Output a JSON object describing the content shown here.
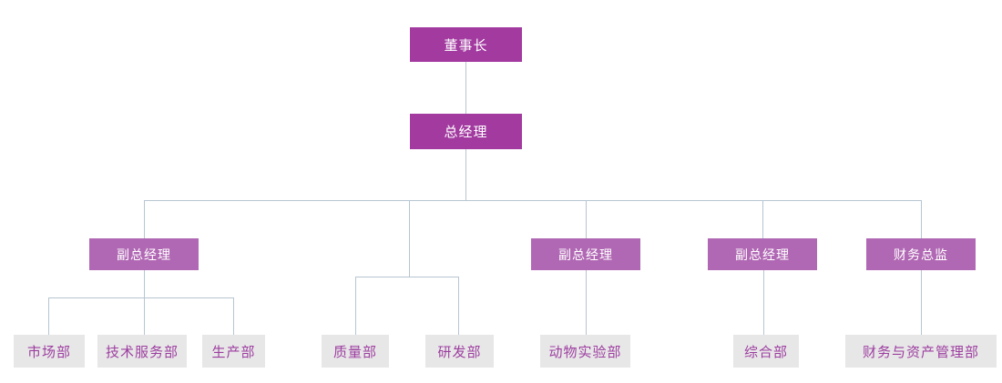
{
  "colors": {
    "primary_dark": "#A23AA0",
    "primary_light": "#B168B4",
    "dept_bg": "#E8E7E8",
    "dept_text": "#9C3E9F",
    "connector": "#B6C5D1",
    "canvas_bg": "#FFFFFF"
  },
  "org": {
    "level1": {
      "label": "董事长"
    },
    "level2": {
      "label": "总经理"
    },
    "level3": [
      {
        "label": "副总经理"
      },
      {
        "label": "副总经理"
      },
      {
        "label": "副总经理"
      },
      {
        "label": "财务总监"
      }
    ],
    "departments": [
      {
        "label": "市场部"
      },
      {
        "label": "技术服务部"
      },
      {
        "label": "生产部"
      },
      {
        "label": "质量部"
      },
      {
        "label": "研发部"
      },
      {
        "label": "动物实验部"
      },
      {
        "label": "综合部"
      },
      {
        "label": "财务与资产管理部"
      }
    ],
    "edges": [
      {
        "from": "董事长",
        "to": "总经理"
      },
      {
        "from": "总经理",
        "to": "副总经理(1)"
      },
      {
        "from": "总经理",
        "to": "质量部"
      },
      {
        "from": "总经理",
        "to": "研发部"
      },
      {
        "from": "总经理",
        "to": "副总经理(2)"
      },
      {
        "from": "总经理",
        "to": "副总经理(3)"
      },
      {
        "from": "总经理",
        "to": "财务总监"
      },
      {
        "from": "副总经理(1)",
        "to": "市场部"
      },
      {
        "from": "副总经理(1)",
        "to": "技术服务部"
      },
      {
        "from": "副总经理(1)",
        "to": "生产部"
      },
      {
        "from": "副总经理(2)",
        "to": "动物实验部"
      },
      {
        "from": "副总经理(3)",
        "to": "综合部"
      },
      {
        "from": "财务总监",
        "to": "财务与资产管理部"
      }
    ]
  }
}
